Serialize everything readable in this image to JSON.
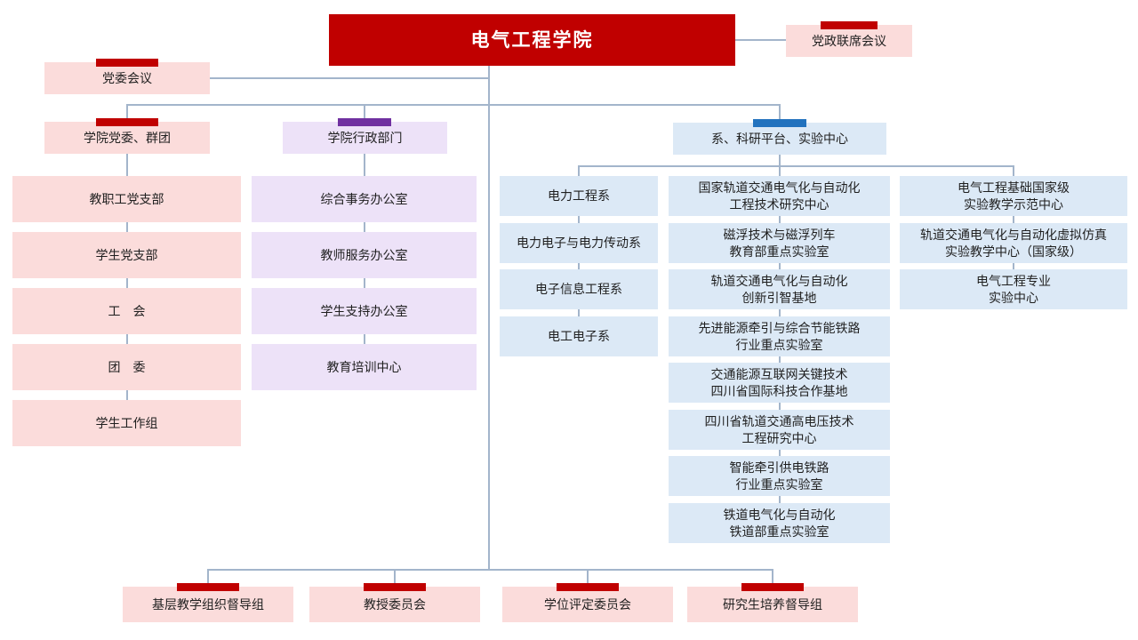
{
  "palette": {
    "red": "#C00000",
    "pink": "#FBDCDB",
    "purple": "#7030A0",
    "lavender": "#EDE2F8",
    "blue": "#2272BE",
    "lightblue": "#DCE9F6",
    "line": "#A3B5CB",
    "text": "#1F1F1F"
  },
  "root": {
    "label": "电气工程学院"
  },
  "joint_meeting": {
    "label": "党政联席会议"
  },
  "party_meeting": {
    "label": "党委会议"
  },
  "branches": {
    "party": {
      "label": "学院党委、群团",
      "items": [
        "教职工党支部",
        "学生党支部",
        "工　会",
        "团　委",
        "学生工作组"
      ]
    },
    "admin": {
      "label": "学院行政部门",
      "items": [
        "综合事务办公室",
        "教师服务办公室",
        "学生支持办公室",
        "教育培训中心"
      ]
    },
    "academic": {
      "label": "系、科研平台、实验中心",
      "departments": [
        "电力工程系",
        "电力电子与电力传动系",
        "电子信息工程系",
        "电工电子系"
      ],
      "platforms": [
        "国家轨道交通电气化与自动化\n工程技术研究中心",
        "磁浮技术与磁浮列车\n教育部重点实验室",
        "轨道交通电气化与自动化\n创新引智基地",
        "先进能源牵引与综合节能铁路\n行业重点实验室",
        "交通能源互联网关键技术\n四川省国际科技合作基地",
        "四川省轨道交通高电压技术\n工程研究中心",
        "智能牵引供电铁路\n行业重点实验室",
        "铁道电气化与自动化\n铁道部重点实验室"
      ],
      "centers": [
        "电气工程基础国家级\n实验教学示范中心",
        "轨道交通电气化与自动化虚拟仿真\n实验教学中心（国家级）",
        "电气工程专业\n实验中心"
      ]
    }
  },
  "committees": [
    "基层教学组织督导组",
    "教授委员会",
    "学位评定委员会",
    "研究生培养督导组"
  ]
}
